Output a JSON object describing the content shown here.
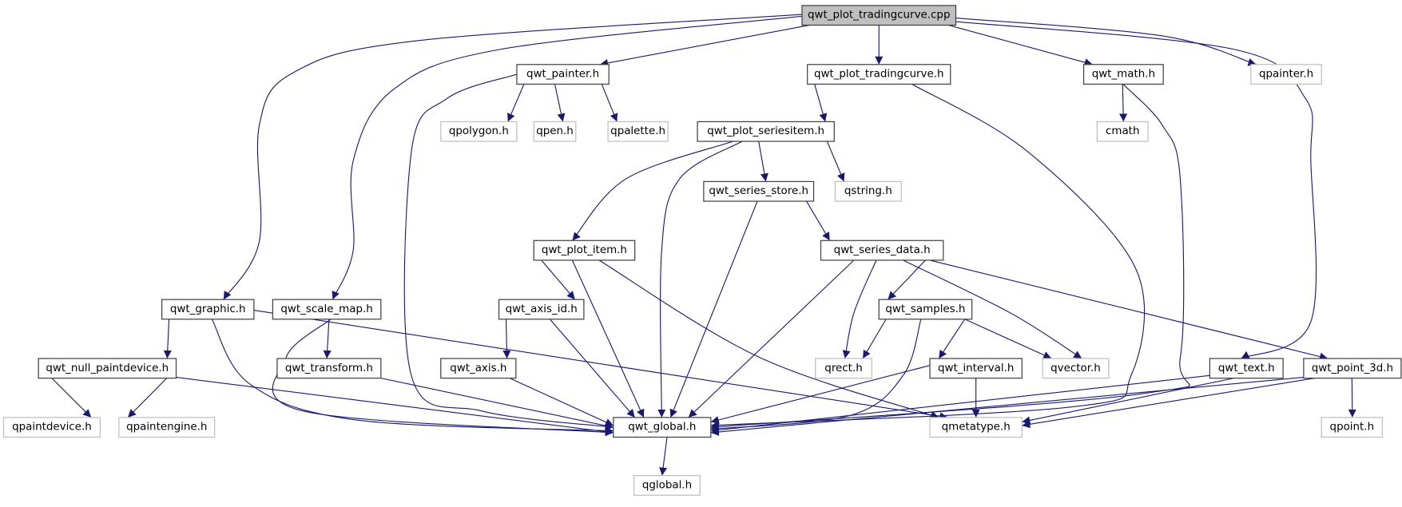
{
  "graph": {
    "edge_color": "#191970",
    "root_fill": "#bfbfbf",
    "external_border": "#bfbfbf",
    "nodes": [
      {
        "id": "cpp",
        "label": "qwt_plot_tradingcurve.cpp",
        "kind": "root"
      },
      {
        "id": "painter",
        "label": "qwt_painter.h",
        "kind": "documented"
      },
      {
        "id": "tch",
        "label": "qwt_plot_tradingcurve.h",
        "kind": "documented"
      },
      {
        "id": "math",
        "label": "qwt_math.h",
        "kind": "documented"
      },
      {
        "id": "qpainter",
        "label": "qpainter.h",
        "kind": "external"
      },
      {
        "id": "qpolygon",
        "label": "qpolygon.h",
        "kind": "external"
      },
      {
        "id": "qpen",
        "label": "qpen.h",
        "kind": "external"
      },
      {
        "id": "qpalette",
        "label": "qpalette.h",
        "kind": "external"
      },
      {
        "id": "cmath",
        "label": "cmath",
        "kind": "external"
      },
      {
        "id": "seriesitem",
        "label": "qwt_plot_seriesitem.h",
        "kind": "documented"
      },
      {
        "id": "seriesstore",
        "label": "qwt_series_store.h",
        "kind": "documented"
      },
      {
        "id": "qstring",
        "label": "qstring.h",
        "kind": "external"
      },
      {
        "id": "plotitem",
        "label": "qwt_plot_item.h",
        "kind": "documented"
      },
      {
        "id": "seriesdata",
        "label": "qwt_series_data.h",
        "kind": "documented"
      },
      {
        "id": "graphic",
        "label": "qwt_graphic.h",
        "kind": "documented"
      },
      {
        "id": "scalemap",
        "label": "qwt_scale_map.h",
        "kind": "documented"
      },
      {
        "id": "axisid",
        "label": "qwt_axis_id.h",
        "kind": "documented"
      },
      {
        "id": "samples",
        "label": "qwt_samples.h",
        "kind": "documented"
      },
      {
        "id": "nullpd",
        "label": "qwt_null_paintdevice.h",
        "kind": "documented"
      },
      {
        "id": "transform",
        "label": "qwt_transform.h",
        "kind": "documented"
      },
      {
        "id": "axis",
        "label": "qwt_axis.h",
        "kind": "documented"
      },
      {
        "id": "qrect",
        "label": "qrect.h",
        "kind": "external"
      },
      {
        "id": "interval",
        "label": "qwt_interval.h",
        "kind": "documented"
      },
      {
        "id": "qvector",
        "label": "qvector.h",
        "kind": "external"
      },
      {
        "id": "text",
        "label": "qwt_text.h",
        "kind": "documented"
      },
      {
        "id": "point3d",
        "label": "qwt_point_3d.h",
        "kind": "documented"
      },
      {
        "id": "qpaintdevice",
        "label": "qpaintdevice.h",
        "kind": "external"
      },
      {
        "id": "qpaintengine",
        "label": "qpaintengine.h",
        "kind": "external"
      },
      {
        "id": "global",
        "label": "qwt_global.h",
        "kind": "documented"
      },
      {
        "id": "qmetatype",
        "label": "qmetatype.h",
        "kind": "external"
      },
      {
        "id": "qpoint",
        "label": "qpoint.h",
        "kind": "external"
      },
      {
        "id": "qglobal",
        "label": "qglobal.h",
        "kind": "external"
      }
    ],
    "edges": [
      [
        "cpp",
        "painter"
      ],
      [
        "cpp",
        "tch"
      ],
      [
        "cpp",
        "math"
      ],
      [
        "cpp",
        "qpainter"
      ],
      [
        "cpp",
        "graphic"
      ],
      [
        "cpp",
        "scalemap"
      ],
      [
        "cpp",
        "text"
      ],
      [
        "painter",
        "qpolygon"
      ],
      [
        "painter",
        "qpen"
      ],
      [
        "painter",
        "qpalette"
      ],
      [
        "painter",
        "global"
      ],
      [
        "tch",
        "seriesitem"
      ],
      [
        "tch",
        "global"
      ],
      [
        "math",
        "cmath"
      ],
      [
        "math",
        "global"
      ],
      [
        "seriesitem",
        "plotitem"
      ],
      [
        "seriesitem",
        "global"
      ],
      [
        "seriesitem",
        "seriesstore"
      ],
      [
        "seriesitem",
        "qstring"
      ],
      [
        "seriesstore",
        "seriesdata"
      ],
      [
        "seriesstore",
        "global"
      ],
      [
        "plotitem",
        "axisid"
      ],
      [
        "plotitem",
        "global"
      ],
      [
        "plotitem",
        "qmetatype"
      ],
      [
        "seriesdata",
        "global"
      ],
      [
        "seriesdata",
        "qrect"
      ],
      [
        "seriesdata",
        "samples"
      ],
      [
        "seriesdata",
        "qvector"
      ],
      [
        "seriesdata",
        "point3d"
      ],
      [
        "graphic",
        "nullpd"
      ],
      [
        "graphic",
        "global"
      ],
      [
        "graphic",
        "qmetatype"
      ],
      [
        "scalemap",
        "transform"
      ],
      [
        "scalemap",
        "global"
      ],
      [
        "axisid",
        "axis"
      ],
      [
        "axisid",
        "global"
      ],
      [
        "samples",
        "qrect"
      ],
      [
        "samples",
        "global"
      ],
      [
        "samples",
        "interval"
      ],
      [
        "samples",
        "qvector"
      ],
      [
        "nullpd",
        "qpaintdevice"
      ],
      [
        "nullpd",
        "qpaintengine"
      ],
      [
        "nullpd",
        "global"
      ],
      [
        "transform",
        "global"
      ],
      [
        "axis",
        "global"
      ],
      [
        "interval",
        "global"
      ],
      [
        "interval",
        "qmetatype"
      ],
      [
        "text",
        "global"
      ],
      [
        "text",
        "qmetatype"
      ],
      [
        "point3d",
        "global"
      ],
      [
        "point3d",
        "qmetatype"
      ],
      [
        "point3d",
        "qpoint"
      ],
      [
        "global",
        "qglobal"
      ]
    ]
  }
}
